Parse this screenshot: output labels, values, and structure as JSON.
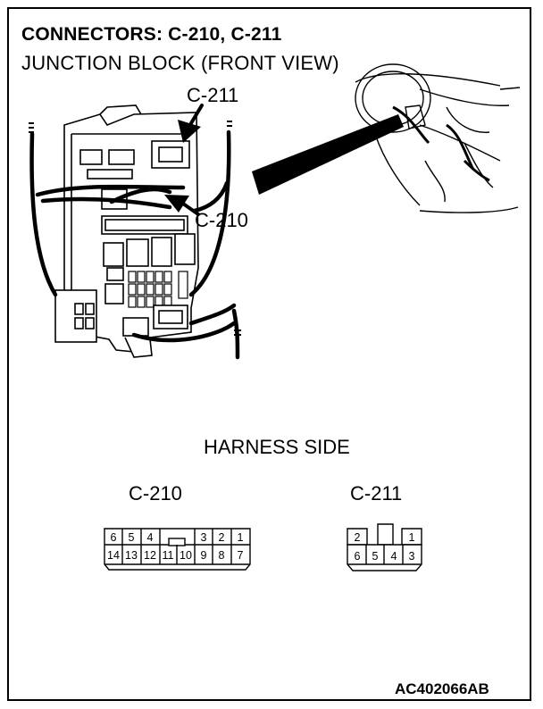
{
  "header": {
    "title": "CONNECTORS: C-210, C-211",
    "subtitle": "JUNCTION BLOCK (FRONT VIEW)"
  },
  "callouts": {
    "c211": "C-211",
    "c210": "C-210"
  },
  "harness_label": "HARNESS SIDE",
  "connectors": {
    "c210": {
      "name": "C-210",
      "top_row": [
        "6",
        "5",
        "4",
        "",
        "",
        "3",
        "2",
        "1"
      ],
      "bottom_row": [
        "14",
        "13",
        "12",
        "11",
        "10",
        "9",
        "8",
        "7"
      ]
    },
    "c211": {
      "name": "C-211",
      "top_row": [
        "2",
        "",
        "1"
      ],
      "bottom_row": [
        "6",
        "5",
        "4",
        "3"
      ]
    }
  },
  "doc_number": "AC402066AB"
}
